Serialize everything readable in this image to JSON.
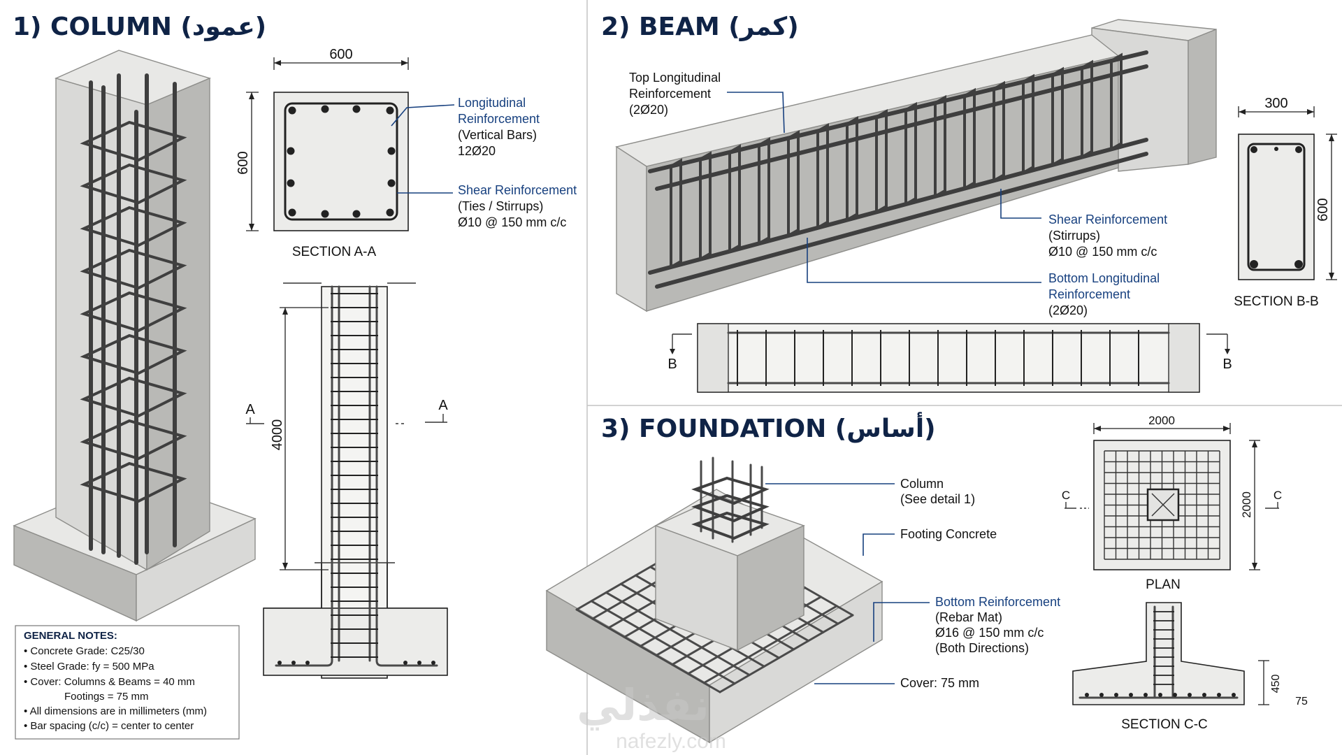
{
  "sections": {
    "column": {
      "title": "1) COLUMN (عمود)",
      "section_width": "600",
      "section_height": "600",
      "section_label": "SECTION A-A",
      "longitudinal": {
        "title": "Longitudinal Reinforcement",
        "title_l1": "Longitudinal",
        "title_l2": "Reinforcement",
        "desc": "(Vertical Bars)",
        "spec": "12Ø20"
      },
      "shear": {
        "title": "Shear Reinforcement",
        "desc": "(Ties / Stirrups)",
        "spec": "Ø10 @ 150 mm c/c"
      },
      "elevation_height": "4000",
      "cut_mark": "A"
    },
    "beam": {
      "title": "2) BEAM (كمر)",
      "top": {
        "line1": "Top Longitudinal",
        "line2": "Reinforcement",
        "spec": "(2Ø20)"
      },
      "shear": {
        "title": "Shear Reinforcement",
        "desc": "(Stirrups)",
        "spec": "Ø10 @ 150 mm c/c"
      },
      "bottom": {
        "line1": "Bottom Longitudinal",
        "line2": "Reinforcement",
        "spec": "(2Ø20)"
      },
      "section_width": "300",
      "section_height": "600",
      "section_label": "SECTION B-B",
      "cut_mark": "B"
    },
    "foundation": {
      "title": "3) FOUNDATION (أساس)",
      "column": {
        "title": "Column",
        "desc": "(See detail 1)"
      },
      "footing": "Footing Concrete",
      "bottom": {
        "title": "Bottom Reinforcement",
        "desc": "(Rebar Mat)",
        "spec": "Ø16 @ 150 mm c/c",
        "dirs": "(Both Directions)"
      },
      "cover": "Cover: 75 mm",
      "plan_width": "2000",
      "plan_height": "2000",
      "plan_label": "PLAN",
      "cut_mark": "C",
      "depth": "450",
      "cover_dim": "75",
      "section_label": "SECTION C-C"
    }
  },
  "notes": {
    "title": "GENERAL NOTES:",
    "items": [
      "• Concrete Grade: C25/30",
      "• Steel Grade: fy = 500 MPa",
      "• Cover: Columns & Beams = 40 mm",
      "Footings = 75 mm",
      "• All dimensions are in millimeters (mm)",
      "• Bar spacing (c/c) = center to center"
    ]
  },
  "watermark": {
    "brand": "نفذلي",
    "url": "nafezly.com"
  },
  "colors": {
    "title": "#0f2346",
    "callout": "#17407f",
    "concrete": "#d9d9d7",
    "steel": "#4a4a4a"
  }
}
